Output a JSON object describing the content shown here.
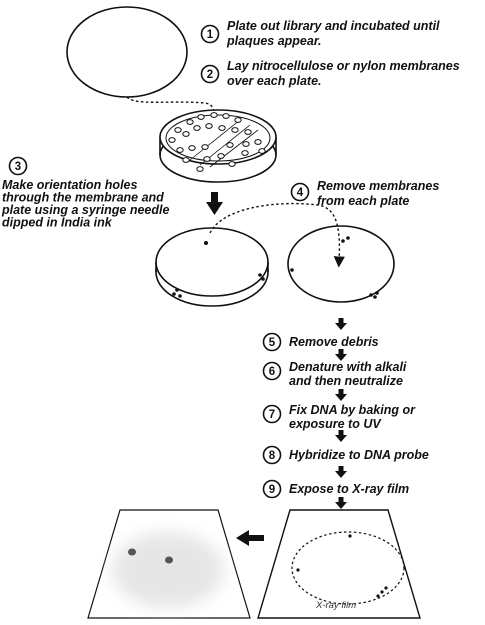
{
  "steps": [
    {
      "num": "1",
      "lines": [
        "Plate out library and incubated until",
        "plaques appear."
      ]
    },
    {
      "num": "2",
      "lines": [
        "Lay nitrocellulose or nylon membranes",
        "over each plate."
      ]
    },
    {
      "num": "3",
      "lines": [
        "Make orientation holes",
        "through the membrane and",
        "plate using a syringe needle",
        "dipped in India ink"
      ]
    },
    {
      "num": "4",
      "lines": [
        "Remove membranes",
        "from each plate"
      ]
    },
    {
      "num": "5",
      "lines": [
        "Remove debris"
      ]
    },
    {
      "num": "6",
      "lines": [
        "Denature with alkali",
        "and then neutralize"
      ]
    },
    {
      "num": "7",
      "lines": [
        "Fix DNA by baking or",
        "exposure to UV"
      ]
    },
    {
      "num": "8",
      "lines": [
        "Hybridize to DNA probe"
      ]
    },
    {
      "num": "9",
      "lines": [
        "Expose to X-ray film"
      ]
    }
  ],
  "film_label": "X-ray film",
  "colors": {
    "ink": "#111111",
    "film_tint": "#e9e9e9",
    "spot": "#6a6a6a",
    "blur": "#dedede"
  }
}
